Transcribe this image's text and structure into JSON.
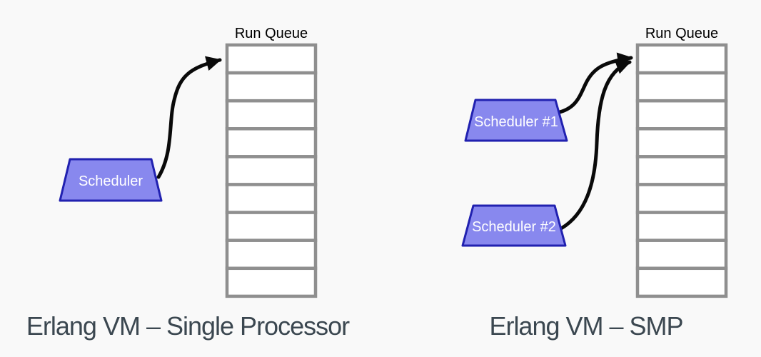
{
  "page": {
    "background": "#f9f9f9"
  },
  "colors": {
    "queue_border": "#8f8f8f",
    "queue_fill": "#ffffff",
    "scheduler_fill": "#8888ee",
    "scheduler_border": "#2121b0",
    "scheduler_text": "#ffffff",
    "arrow": "#0a0a0a",
    "run_queue_label_text": "#000000",
    "caption_text": "#3b4750"
  },
  "diagrams": [
    {
      "caption": "Erlang VM – Single Processor",
      "run_queue": {
        "label": "Run Queue",
        "cells": 9
      },
      "schedulers": [
        {
          "label": "Scheduler"
        }
      ]
    },
    {
      "caption": "Erlang VM – SMP",
      "run_queue": {
        "label": "Run Queue",
        "cells": 9
      },
      "schedulers": [
        {
          "label": "Scheduler #1"
        },
        {
          "label": "Scheduler #2"
        }
      ]
    }
  ]
}
